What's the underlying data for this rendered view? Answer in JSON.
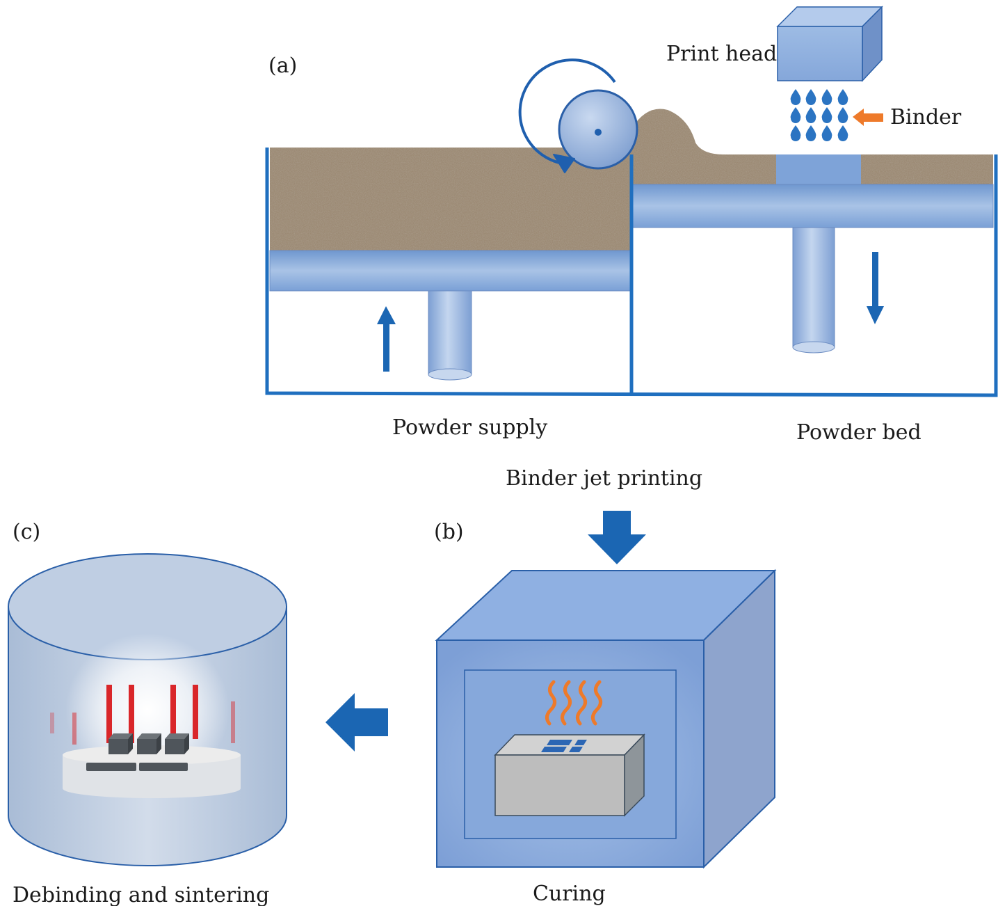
{
  "panels": {
    "a": {
      "tag": "(a)",
      "print_head": "Print head",
      "binder": "Binder",
      "powder_supply": "Powder supply",
      "powder_bed": "Powder bed",
      "caption": "Binder jet printing"
    },
    "b": {
      "tag": "(b)",
      "caption": "Curing"
    },
    "c": {
      "tag": "(c)",
      "caption": "Debinding and sintering"
    }
  },
  "colors": {
    "outline_blue": "#1f6fbf",
    "steel_blue": "#8fb0dc",
    "powder": "#9c8a74",
    "binder_drop": "#2b74c2",
    "binder_arrow": "#ee7a2a",
    "heat_wave": "#ee7a2a",
    "flow_arrow": "#1b66b3",
    "heater_red": "#d9262a"
  },
  "icons": [
    "rotation-arrow-icon",
    "up-arrow-icon",
    "down-arrow-icon",
    "binder-drop-icon",
    "heat-wave-icon",
    "flow-arrow-down-icon",
    "flow-arrow-left-icon"
  ]
}
